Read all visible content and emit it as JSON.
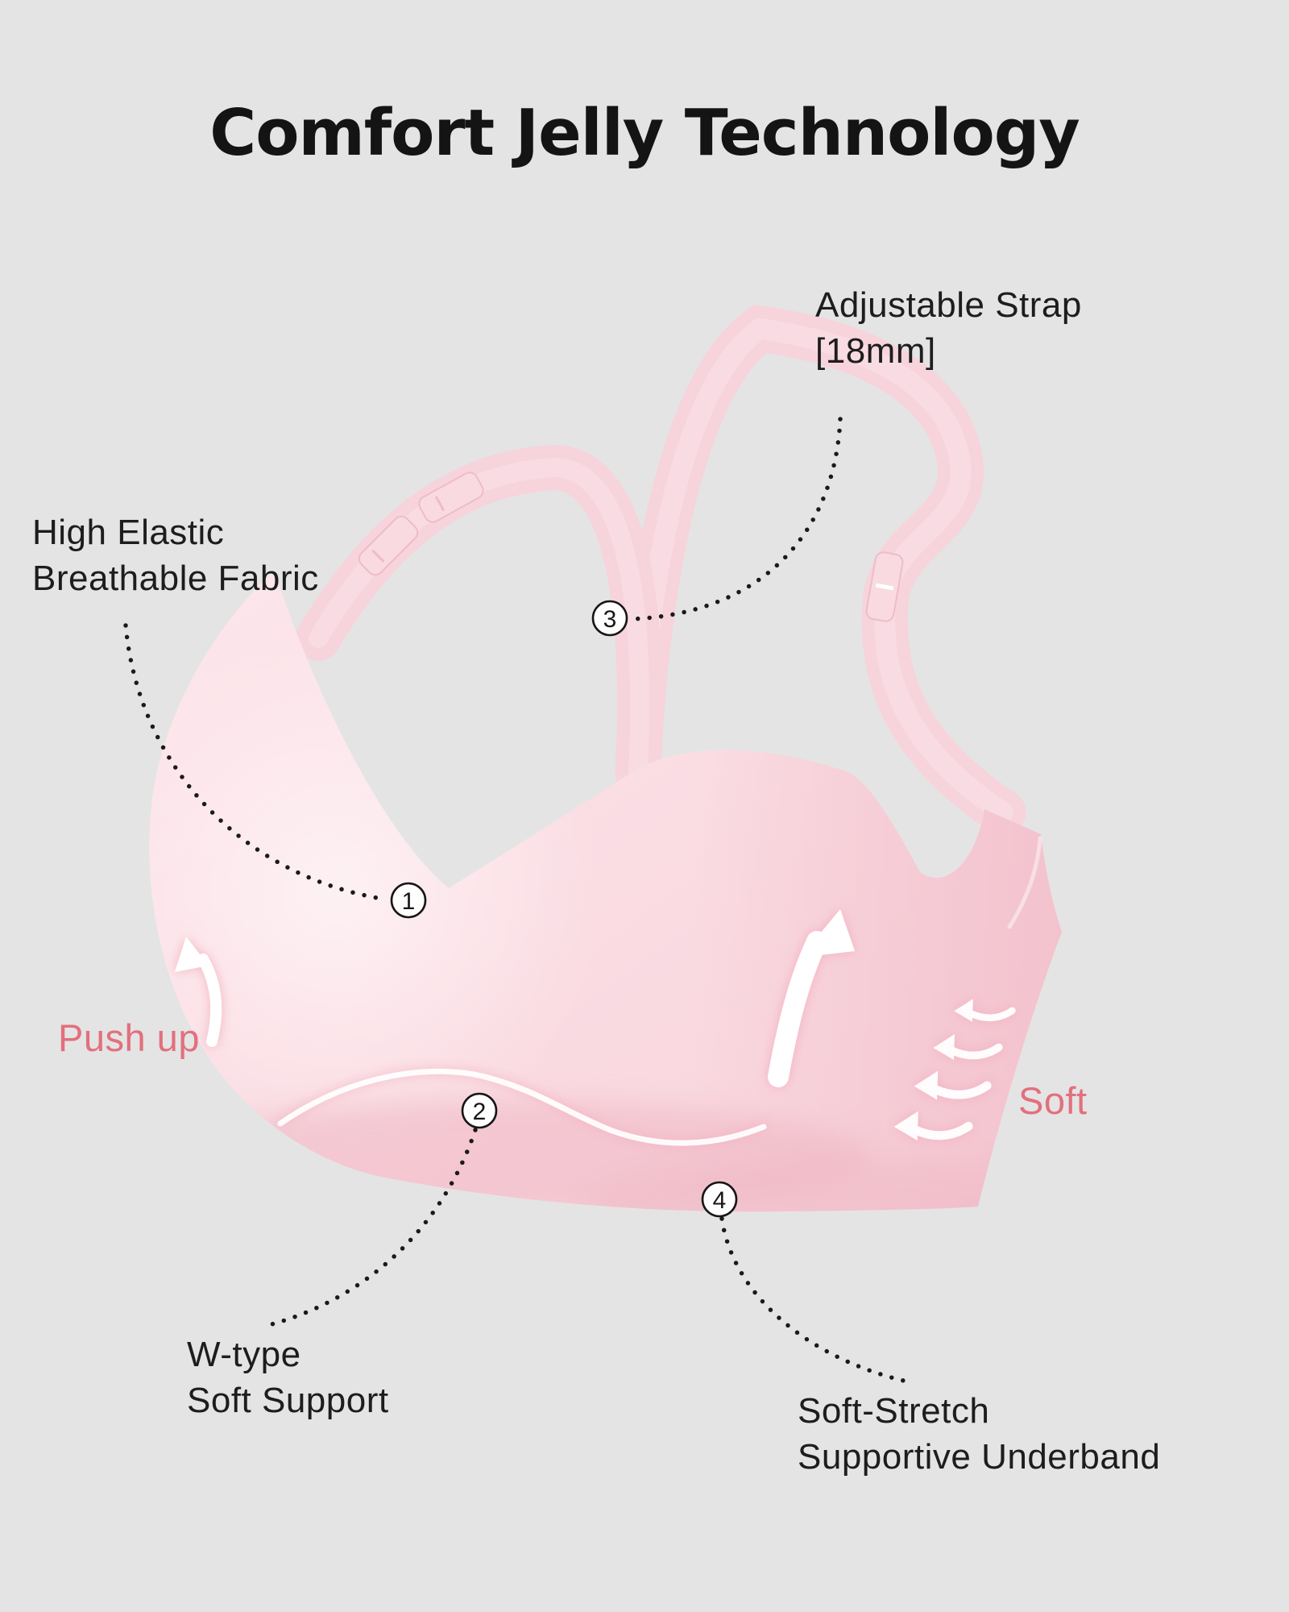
{
  "title": "Comfort Jelly Technology",
  "callouts": {
    "adjustable_strap": {
      "number": "3",
      "line1": "Adjustable Strap",
      "line2": "[18mm]"
    },
    "high_elastic": {
      "number": "1",
      "line1": "High Elastic",
      "line2": "Breathable Fabric"
    },
    "w_type": {
      "number": "2",
      "line1": "W-type",
      "line2": "Soft Support"
    },
    "soft_stretch": {
      "number": "4",
      "line1": "Soft-Stretch",
      "line2": "Supportive Underband"
    }
  },
  "feature_tags": {
    "push_up": "Push up",
    "soft": "Soft"
  },
  "icons": {
    "callout_marker": "numbered-circle",
    "leader_line": "dotted-curve",
    "push_up_arrow": "curved-up-arrow",
    "lift_arrow": "curved-up-arrow",
    "soft_arrows": "quad-up-left-arrows"
  },
  "colors": {
    "background": "#e4e4e4",
    "title": "#141414",
    "label": "#1d1d1d",
    "accent_pink": "#e2707d",
    "dot": "#1a1a1a",
    "bra_light": "#fde7ec",
    "bra_mid": "#f8d3dc",
    "bra_deep": "#f2c0cc",
    "strap": "#f7d3dc",
    "strap_sheen": "#fbe3e9",
    "arrow_white": "#ffffff",
    "marker_fill": "#fefefe",
    "marker_stroke": "#161616"
  }
}
